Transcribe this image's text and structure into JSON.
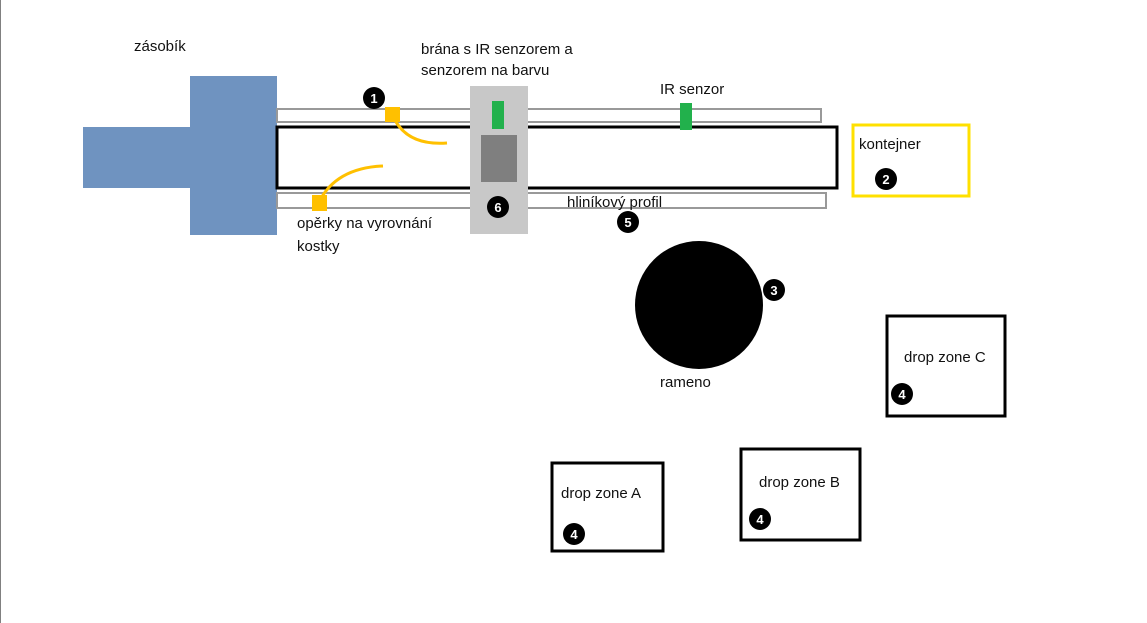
{
  "colors": {
    "hopper": "#6f93c0",
    "rail_stroke": "#999999",
    "belt_stroke": "#000000",
    "ir_sensor": "#22b14c",
    "gate_body": "#c8c8c8",
    "gate_color_sensor": "#7f7f7f",
    "guide": "#ffc000",
    "container_outline": "#ffe000",
    "arm": "#000000",
    "drop_zone_outline": "#000000",
    "badge": "#000000"
  },
  "labels": {
    "hopper": "zásobík",
    "gate_line1": "brána s IR senzorem a",
    "gate_line2": "senzorem na barvu",
    "ir_sensor": "IR senzor",
    "container": "kontejner",
    "profile": "hliníkový profil",
    "guides_line1": "opěrky na vyrovnání",
    "guides_line2": "kostky",
    "arm": "rameno",
    "zone_a": "drop zone A",
    "zone_b": "drop zone B",
    "zone_c": "drop zone C"
  },
  "badges": {
    "guide": "1",
    "container": "2",
    "arm": "3",
    "zone_a": "4",
    "zone_b": "4",
    "zone_c": "4",
    "profile": "5",
    "gate": "6"
  }
}
